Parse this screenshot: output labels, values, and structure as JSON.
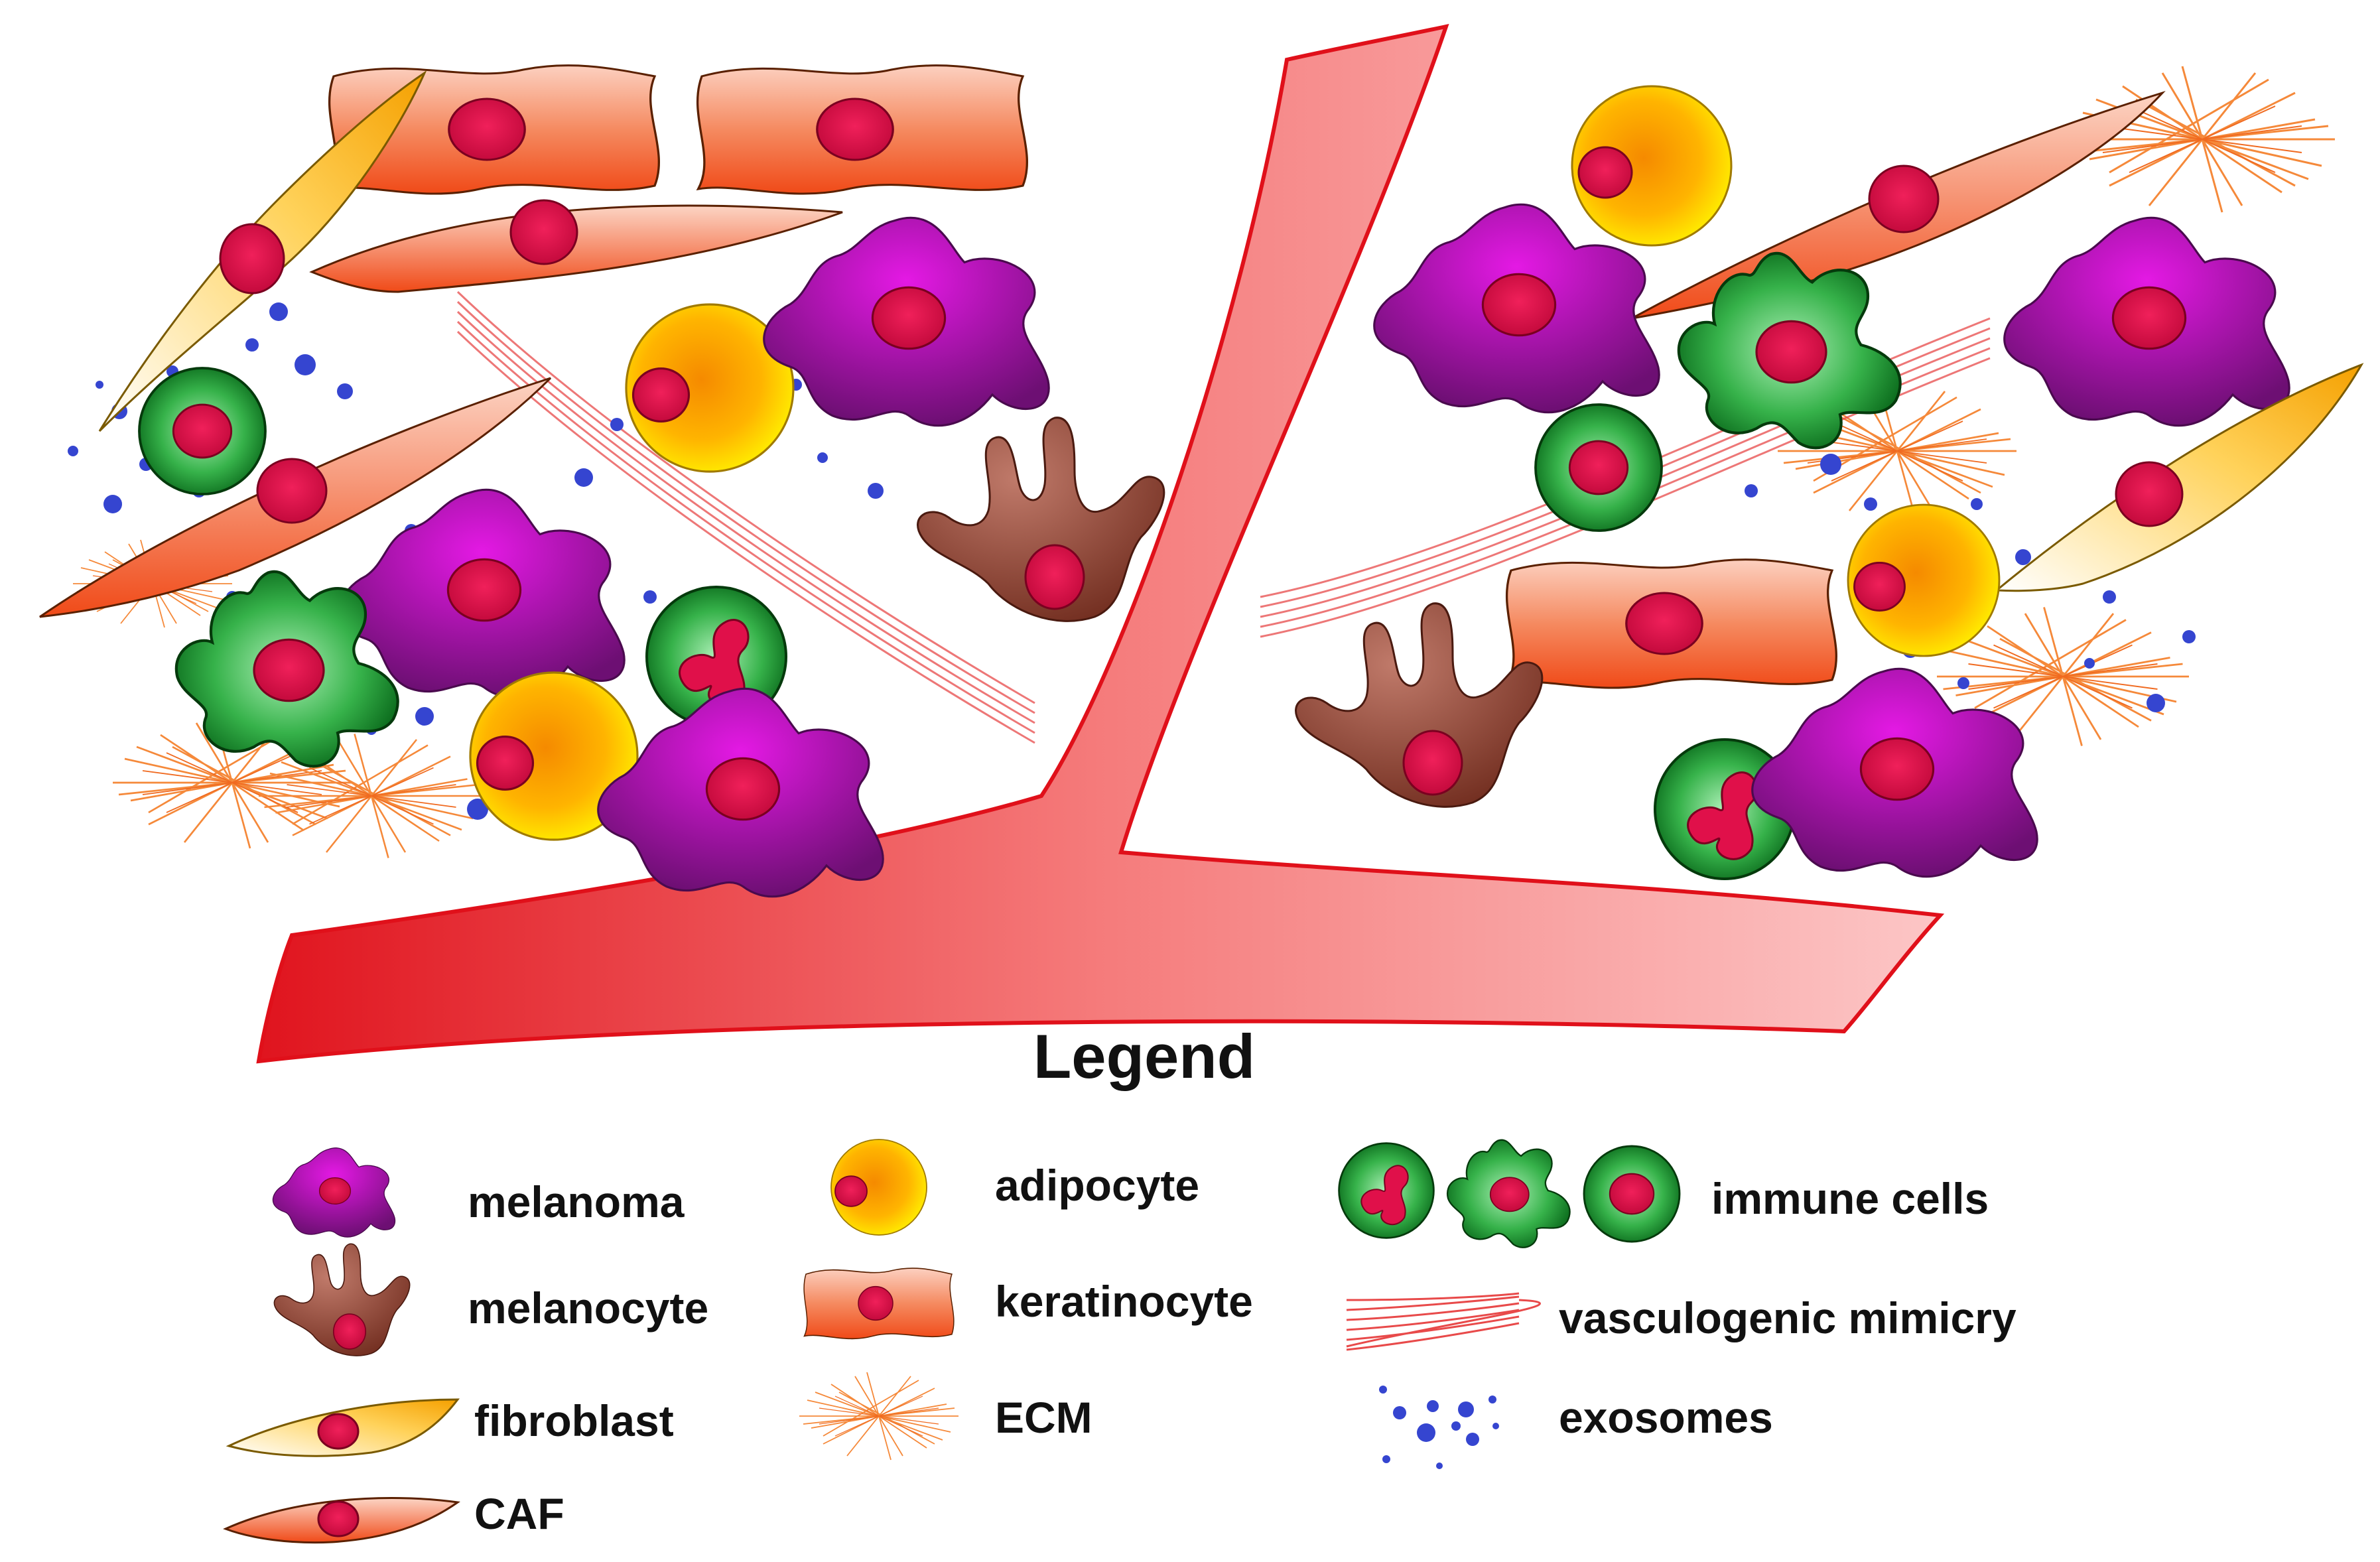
{
  "legend": {
    "title": "Legend",
    "items": {
      "melanoma": "melanoma",
      "melanocyte": "melanocyte",
      "fibroblast": "fibroblast",
      "caf": "CAF",
      "adipocyte": "adipocyte",
      "keratinocyte": "keratinocyte",
      "ecm": "ECM",
      "immune_cells": "immune cells",
      "vasculogenic_mimicry": "vasculogenic mimicry",
      "exosomes": "exosomes"
    }
  },
  "colors": {
    "vessel": "#e8202a",
    "melanoma": "#8b1a8f",
    "melanocyte": "#8b4a3a",
    "keratinocyte": "#f46a3c",
    "adipocyte": "#ffcc1a",
    "immune": "#1f9a3a",
    "ecm": "#f5893a",
    "exosome": "#3040c8",
    "nucleus": "#e0104a"
  }
}
